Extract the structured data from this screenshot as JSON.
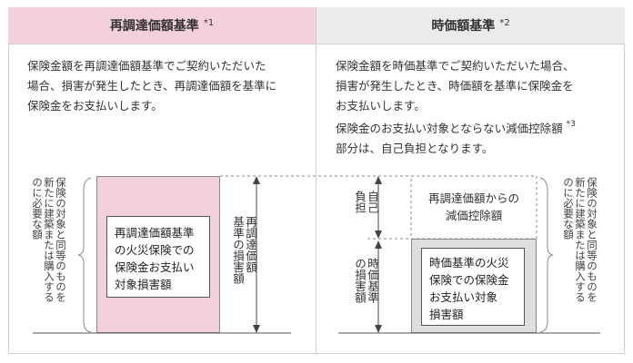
{
  "left": {
    "header": {
      "title": "再調達価額基準",
      "note": "*1"
    },
    "description": [
      "保険金額を再調達価額基準でご契約いただいた",
      "場合、損害が発生したとき、再調達価額を基準に",
      "保険金をお支払いします。"
    ],
    "side_label": [
      "保険の対象と同等のものを",
      "新たに建築または購入する",
      "のに必要な額"
    ],
    "box_label": [
      "再調達価額基準",
      "の火災保険での",
      "保険金お支払い",
      "対象損害額"
    ],
    "arrow_label": [
      "再調達価額",
      "基準の損害額"
    ]
  },
  "right": {
    "header": {
      "title": "時価額基準",
      "note": "*2"
    },
    "description": [
      "保険金額を時価基準でご契約いただいた場合、",
      "損害が発生したとき、時価額を基準に保険金を",
      "お支払いします。",
      "保険金のお支払い対象とならない減価控除額",
      "部分は、自己負担となります。"
    ],
    "description_note": "*3",
    "self_burden_label": [
      "自己",
      "負担"
    ],
    "market_label": [
      "時価基準",
      "の損害額"
    ],
    "deduction_label": [
      "再調達価額からの",
      "減価控除額"
    ],
    "box_label": [
      "時価基準の火災",
      "保険での保険金",
      "お支払い対象",
      "損害額"
    ],
    "side_label": [
      "保険の対象と同等のものを",
      "新たに建築または購入する",
      "のに必要な額"
    ]
  },
  "colors": {
    "pink": "#f4cfdc",
    "gray_header": "#ebebeb",
    "gray_fill": "#dedede",
    "border": "#cfcfcf"
  }
}
